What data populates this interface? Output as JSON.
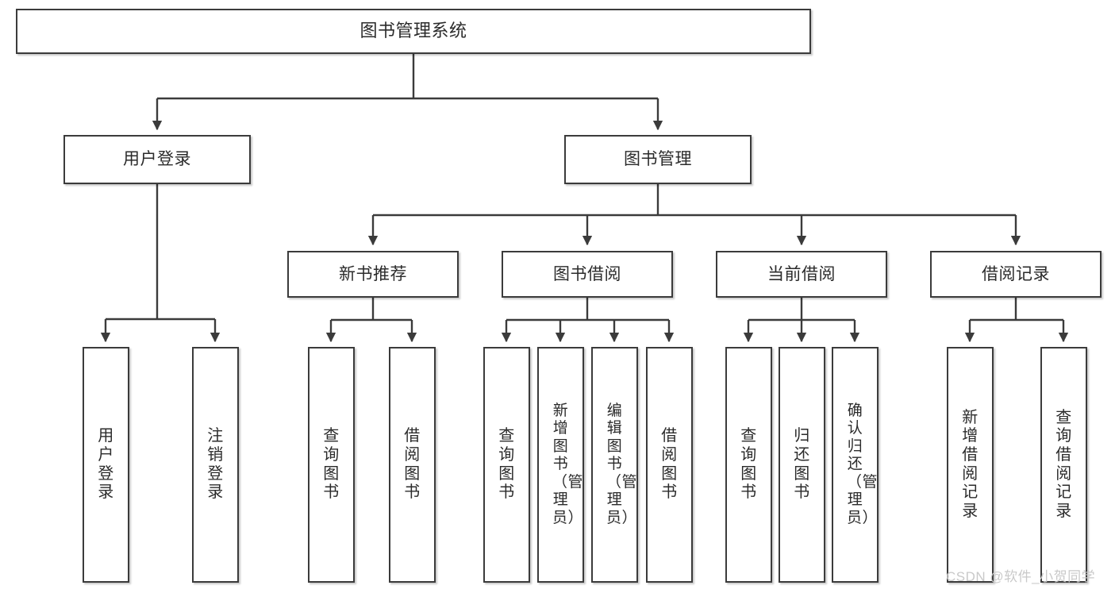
{
  "diagram": {
    "title": "图书管理系统",
    "type": "tree-hierarchy",
    "watermark": "CSDN @软件_小贺同学",
    "colors": {
      "border": "#3b3b3b",
      "text": "#2b2b2b",
      "background": "#ffffff",
      "watermark": "#c9c9c9"
    },
    "nodes": {
      "root": "图书管理系统",
      "level1": [
        "用户登录",
        "图书管理"
      ],
      "level2": [
        "新书推荐",
        "图书借阅",
        "当前借阅",
        "借阅记录"
      ],
      "leaves": {
        "user_login": [
          "用户登录",
          "注销登录"
        ],
        "new_book_recommend": [
          "查询图书",
          "借阅图书"
        ],
        "book_borrow": [
          "查询图书",
          "新增图书（管理员）",
          "编辑图书（管理员）",
          "借阅图书"
        ],
        "current_borrow": [
          "查询图书",
          "归还图书",
          "确认归还（管理员）"
        ],
        "borrow_record": [
          "新增借阅记录",
          "查询借阅记录"
        ]
      }
    }
  }
}
